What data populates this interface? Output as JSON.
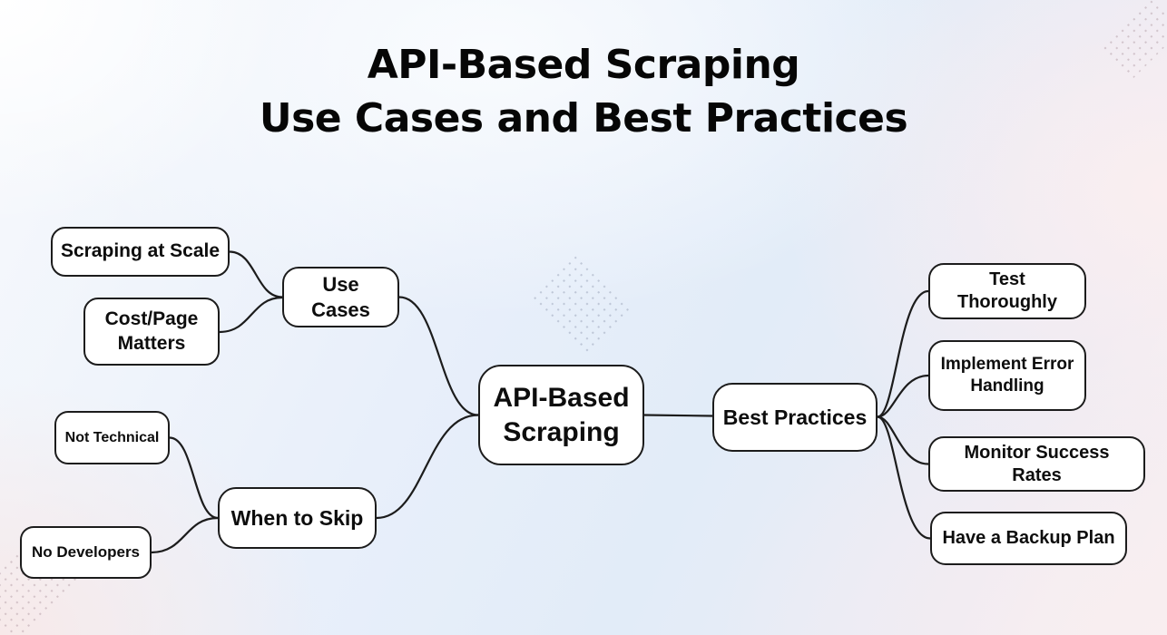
{
  "title": {
    "line1": "API-Based Scraping",
    "line2": "Use Cases and Best Practices"
  },
  "nodes": {
    "root": {
      "label": "API-Based Scraping"
    },
    "use_cases": {
      "label": "Use Cases"
    },
    "scraping_at_scale": {
      "label": "Scraping at Scale"
    },
    "cost_page_matters": {
      "label": "Cost/Page Matters"
    },
    "when_to_skip": {
      "label": "When to Skip"
    },
    "not_technical": {
      "label": "Not Technical"
    },
    "no_developers": {
      "label": "No Developers"
    },
    "best_practices": {
      "label": "Best Practices"
    },
    "test_thoroughly": {
      "label": "Test Thoroughly"
    },
    "implement_error_handling": {
      "label": "Implement Error Handling"
    },
    "monitor_success_rates": {
      "label": "Monitor Success Rates"
    },
    "have_backup_plan": {
      "label": "Have a Backup Plan"
    }
  },
  "edges": [
    {
      "from": "scraping_at_scale",
      "to": "use_cases"
    },
    {
      "from": "cost_page_matters",
      "to": "use_cases"
    },
    {
      "from": "use_cases",
      "to": "root"
    },
    {
      "from": "not_technical",
      "to": "when_to_skip"
    },
    {
      "from": "no_developers",
      "to": "when_to_skip"
    },
    {
      "from": "when_to_skip",
      "to": "root"
    },
    {
      "from": "root",
      "to": "best_practices"
    },
    {
      "from": "best_practices",
      "to": "test_thoroughly"
    },
    {
      "from": "best_practices",
      "to": "implement_error_handling"
    },
    {
      "from": "best_practices",
      "to": "monitor_success_rates"
    },
    {
      "from": "best_practices",
      "to": "have_backup_plan"
    }
  ],
  "colors": {
    "node_fill": "#ffffff",
    "node_border": "#1c1c1c",
    "connector": "#1c1c1c",
    "text": "#0d0d0d",
    "background_blue": "#e2ecf8",
    "background_pink": "#f7eded",
    "background_white": "#fdfdfe"
  }
}
